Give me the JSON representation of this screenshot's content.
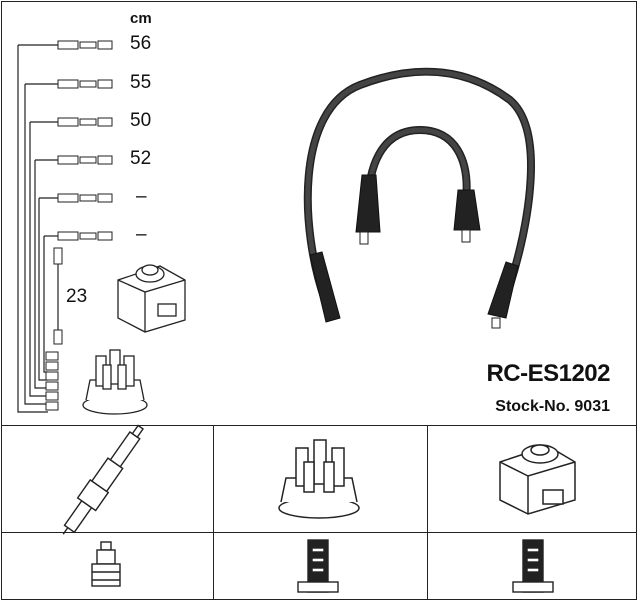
{
  "header": {
    "unit": "cm",
    "part_number": "RC-ES1202",
    "stock_label": "Stock-No. 9031"
  },
  "leads": [
    {
      "length": "56"
    },
    {
      "length": "55"
    },
    {
      "length": "50"
    },
    {
      "length": "52"
    },
    {
      "length": "–"
    },
    {
      "length": "–"
    }
  ],
  "coil_lead": {
    "length": "23"
  },
  "components": [
    {
      "icon": "spark-plug-icon"
    },
    {
      "icon": "distributor-cap-icon"
    },
    {
      "icon": "ignition-coil-icon"
    },
    {
      "icon": "plug-boot-icon"
    },
    {
      "icon": "cap-terminal-icon"
    },
    {
      "icon": "coil-terminal-icon"
    }
  ]
}
